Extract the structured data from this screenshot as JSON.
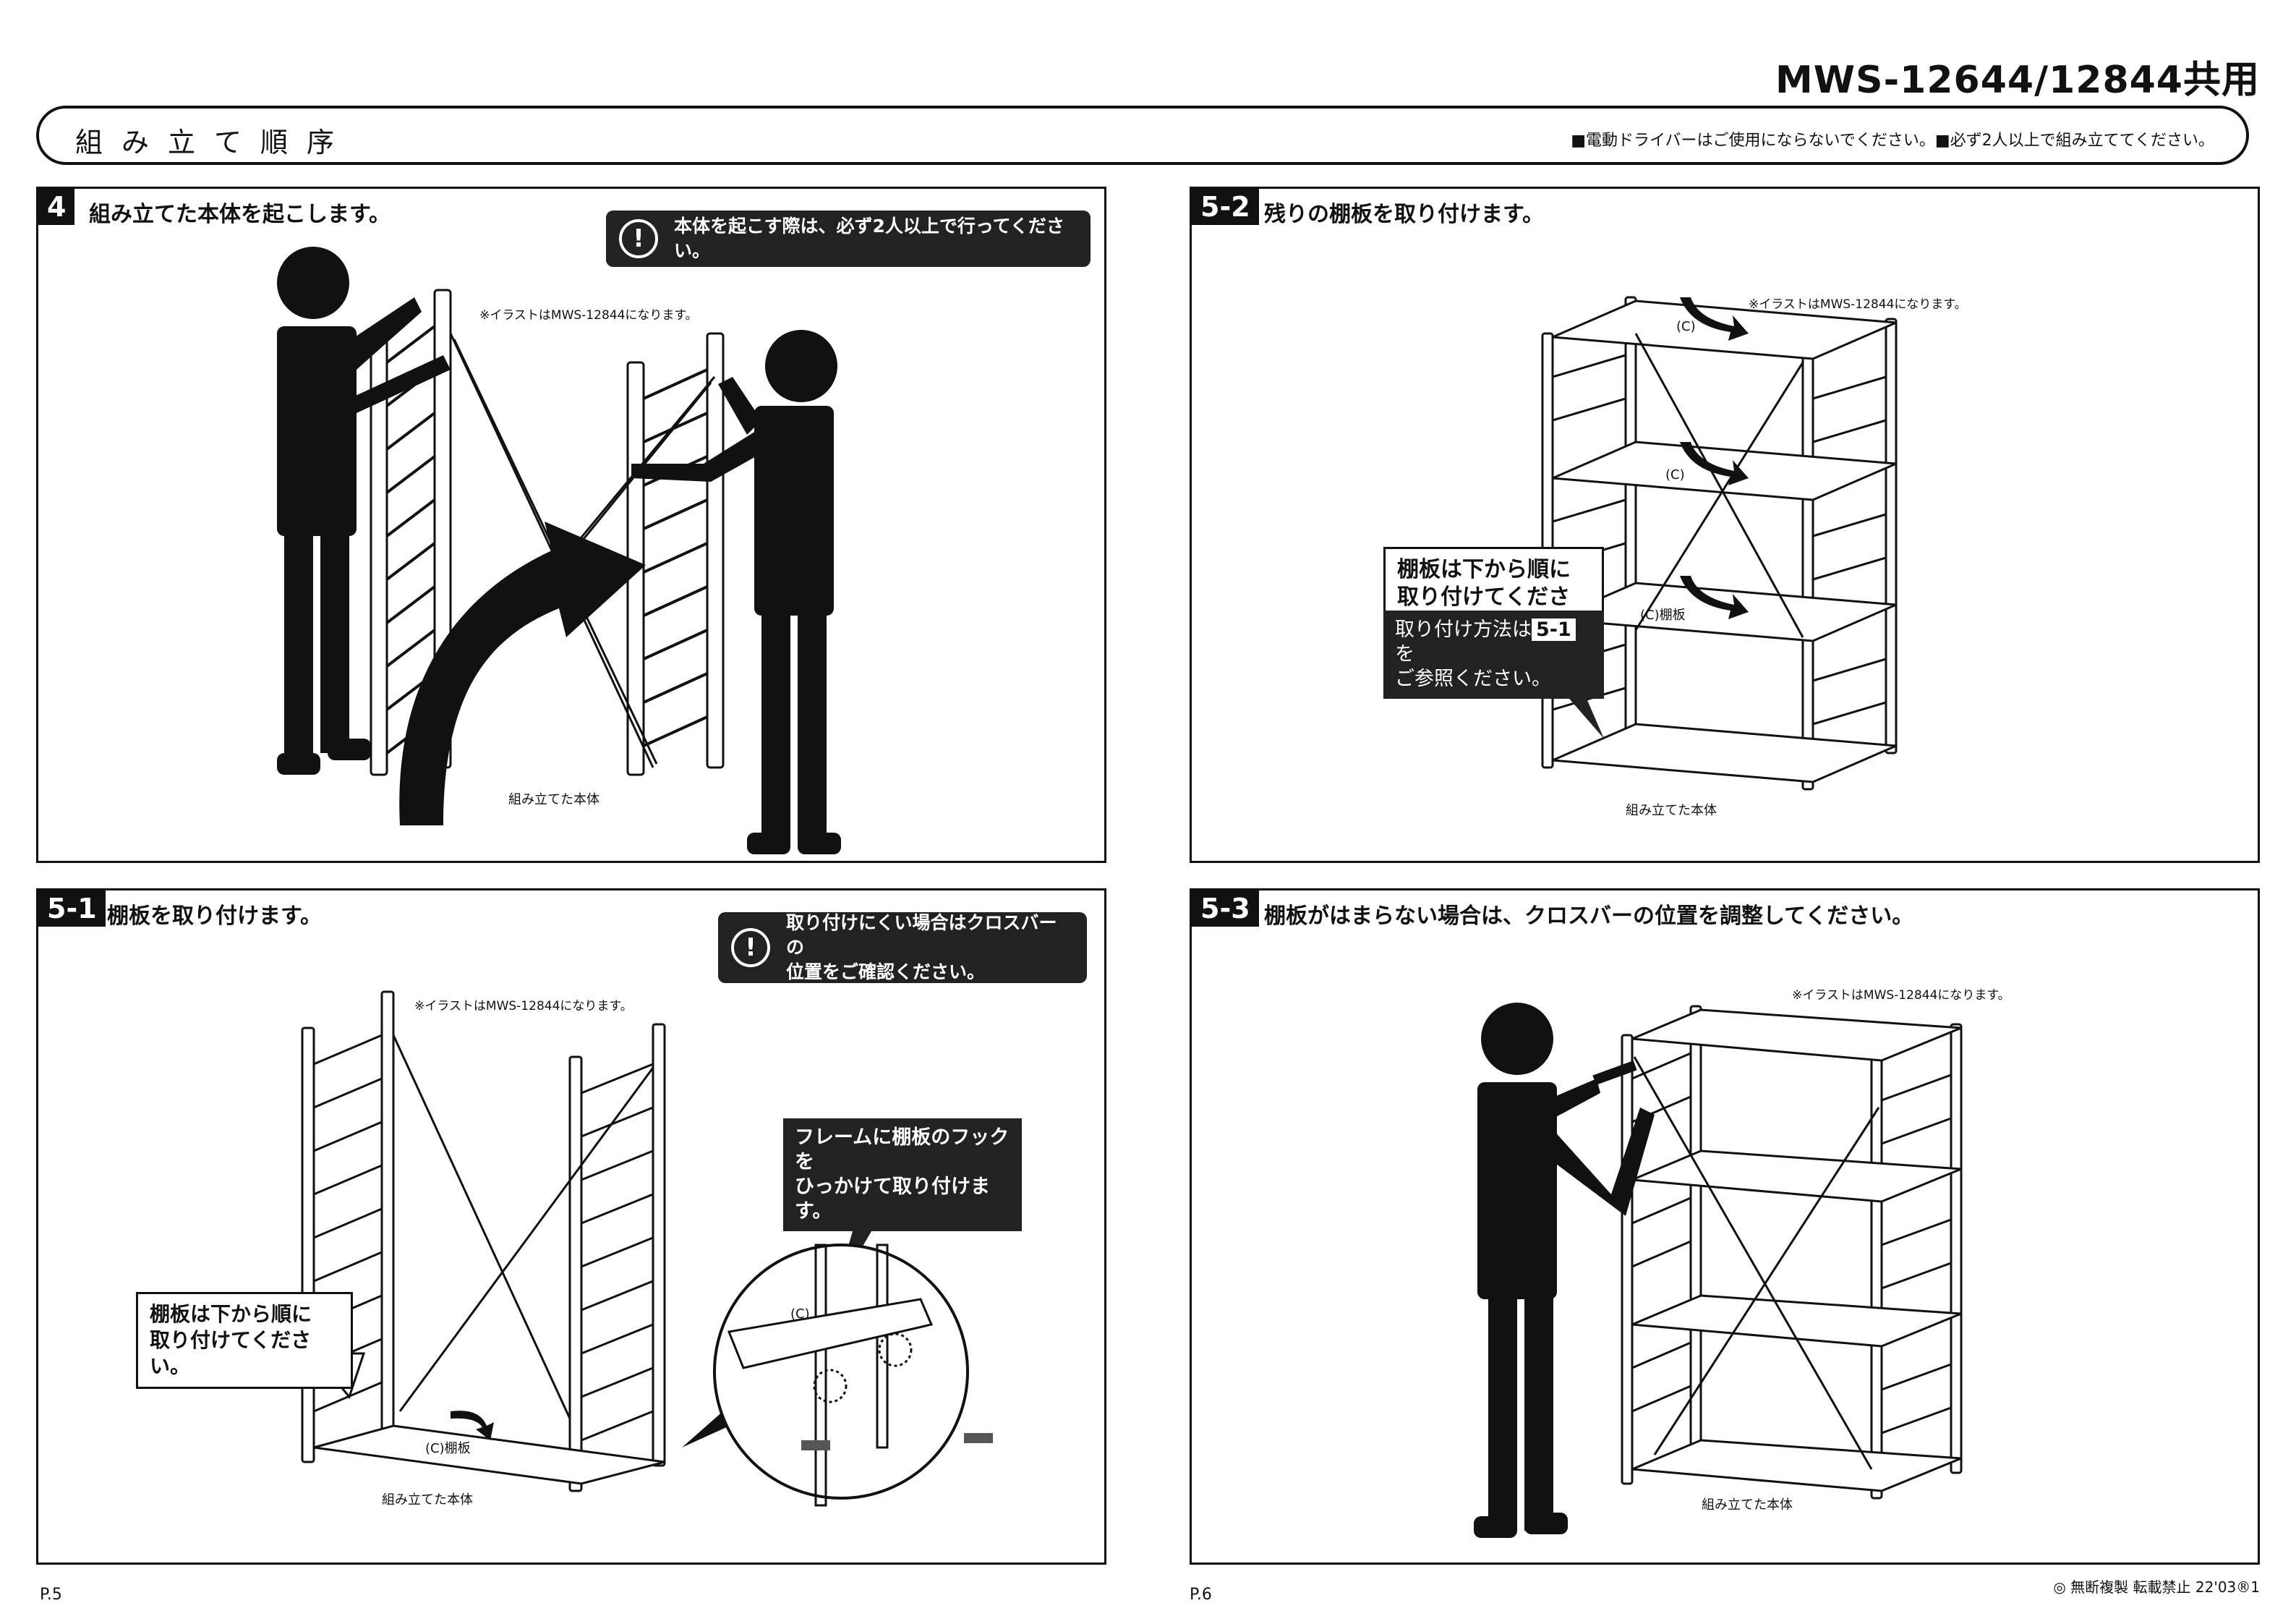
{
  "header": {
    "model": "MWS-12644/12844共用",
    "title": "組み立て順序",
    "notes": "■電動ドライバーはご使用にならないでください。■必ず2人以上で組み立ててください。"
  },
  "panels": {
    "step4": {
      "badge": "4",
      "title": "組み立てた本体を起こします。",
      "warning": "本体を起こす際は、必ず2人以上で行ってください。",
      "note": "※イラストはMWS-12844になります。",
      "label_body": "組み立てた本体"
    },
    "step5_2": {
      "badge": "5-2",
      "title": "残りの棚板を取り付けます。",
      "note": "※イラストはMWS-12844になります。",
      "callout_line1": "棚板は下から順に",
      "callout_line2": "取り付けてください。",
      "callout_sub_before": "取り付け方法は",
      "callout_sub_badge": "5-1",
      "callout_sub_after": "を",
      "callout_sub_line2": "ご参照ください。",
      "label_c1": "(C)",
      "label_c2": "(C)",
      "label_c3": "(C)棚板",
      "label_body": "組み立てた本体"
    },
    "step5_1": {
      "badge": "5-1",
      "title": "棚板を取り付けます。",
      "warning_line1": "取り付けにくい場合はクロスバーの",
      "warning_line2": "位置をご確認ください。",
      "note": "※イラストはMWS-12844になります。",
      "callout_hook_line1": "フレームに棚板のフックを",
      "callout_hook_line2": "ひっかけて取り付けます。",
      "callout_order_line1": "棚板は下から順に",
      "callout_order_line2": "取り付けてください。",
      "label_c": "(C)",
      "label_shelf": "(C)棚板",
      "label_body": "組み立てた本体"
    },
    "step5_3": {
      "badge": "5-3",
      "title": "棚板がはまらない場合は、クロスバーの位置を調整してください。",
      "note": "※イラストはMWS-12844になります。",
      "label_body": "組み立てた本体"
    }
  },
  "footer": {
    "page_left": "P.5",
    "page_right": "P.6",
    "copyright": "◎ 無断複製 転載禁止 22'03®1"
  }
}
